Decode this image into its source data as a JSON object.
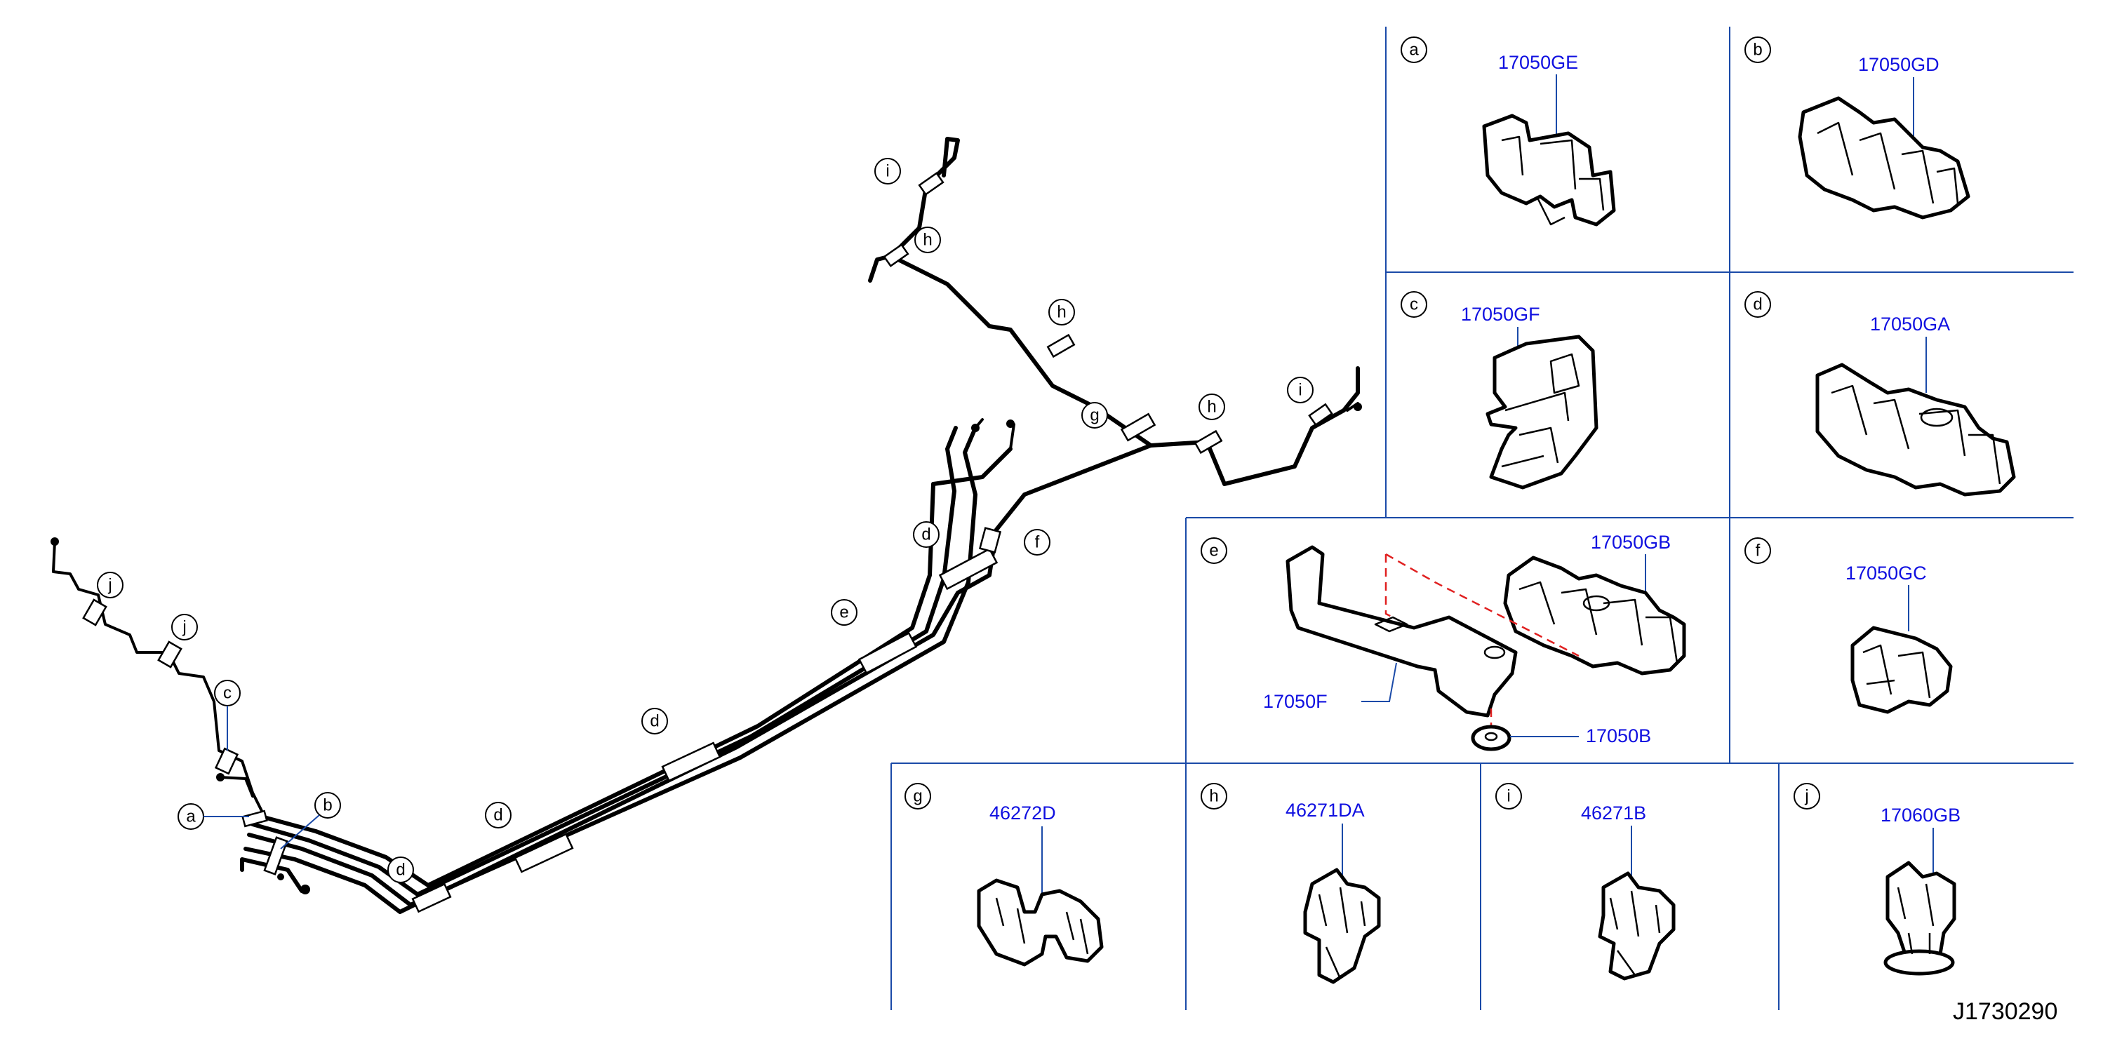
{
  "diagram_callouts": {
    "a": "a",
    "b": "b",
    "c": "c",
    "d": "d",
    "e": "e",
    "f": "f",
    "g": "g",
    "h": "h",
    "i": "i",
    "j": "j"
  },
  "parts": {
    "a": {
      "label": "a",
      "part_numbers": [
        "17050GE"
      ]
    },
    "b": {
      "label": "b",
      "part_numbers": [
        "17050GD"
      ]
    },
    "c": {
      "label": "c",
      "part_numbers": [
        "17050GF"
      ]
    },
    "d": {
      "label": "d",
      "part_numbers": [
        "17050GA"
      ]
    },
    "e": {
      "label": "e",
      "part_numbers": [
        "17050GB",
        "17050F",
        "17050B"
      ]
    },
    "f": {
      "label": "f",
      "part_numbers": [
        "17050GC"
      ]
    },
    "g": {
      "label": "g",
      "part_numbers": [
        "46272D"
      ]
    },
    "h": {
      "label": "h",
      "part_numbers": [
        "46271DA"
      ]
    },
    "i": {
      "label": "i",
      "part_numbers": [
        "46271B"
      ]
    },
    "j": {
      "label": "j",
      "part_numbers": [
        "17060GB"
      ]
    }
  },
  "reference_code": "J1730290",
  "colors": {
    "line": "#000000",
    "grid": "#1a4aa8",
    "part_number": "#1010e0",
    "hidden_link": "#e02020"
  }
}
